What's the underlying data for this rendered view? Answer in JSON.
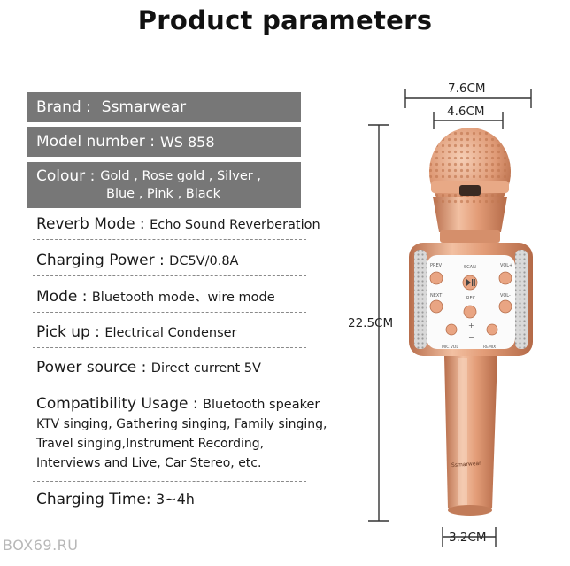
{
  "title": "Product parameters",
  "specs": {
    "brand": {
      "label": "Brand :",
      "value": "Ssmarwear"
    },
    "model": {
      "label": "Model number :",
      "value": "WS 858"
    },
    "colour": {
      "label": "Colour :",
      "value_line1": "Gold , Rose gold , Silver ,",
      "value_line2": "Blue ,  Pink ,  Black"
    },
    "reverb": {
      "label": "Reverb Mode :",
      "value": "Echo Sound Reverberation"
    },
    "charging_power": {
      "label": "Charging Power :",
      "value": "DC5V/0.8A"
    },
    "mode": {
      "label": "Mode :",
      "value": "Bluetooth mode、wire mode"
    },
    "pickup": {
      "label": "Pick up :",
      "value": "Electrical Condenser"
    },
    "power_source": {
      "label": "Power source :",
      "value": "Direct current 5V"
    },
    "compatibility": {
      "label": "Compatibility Usage :",
      "value": "Bluetooth speaker",
      "lines": [
        "KTV singing, Gathering singing, Family singing,",
        "Travel singing,Instrument Recording,",
        "Interviews and Live, Car Stereo, etc."
      ]
    },
    "charging_time": {
      "label": "Charging Time:",
      "value": "3~4h"
    }
  },
  "dimensions": {
    "width_top": "7.6CM",
    "width_head": "4.6CM",
    "height": "22.5CM",
    "width_handle": "3.2CM"
  },
  "mic_labels": {
    "prev": "PREV",
    "scan": "SCAN",
    "vol_up": "VOL+",
    "next": "NEXT",
    "rec": "REC",
    "vol_down": "VOL-",
    "plus": "+",
    "minus": "−",
    "mic_vol": "MIC VOL",
    "remix": "REMIX",
    "brand_mark": "Ssmarwear"
  },
  "watermark": "BOX69.RU",
  "colors": {
    "grey_bar": "#777777",
    "rose_gold": "#e2a07e",
    "dash": "#8a8a8a"
  }
}
